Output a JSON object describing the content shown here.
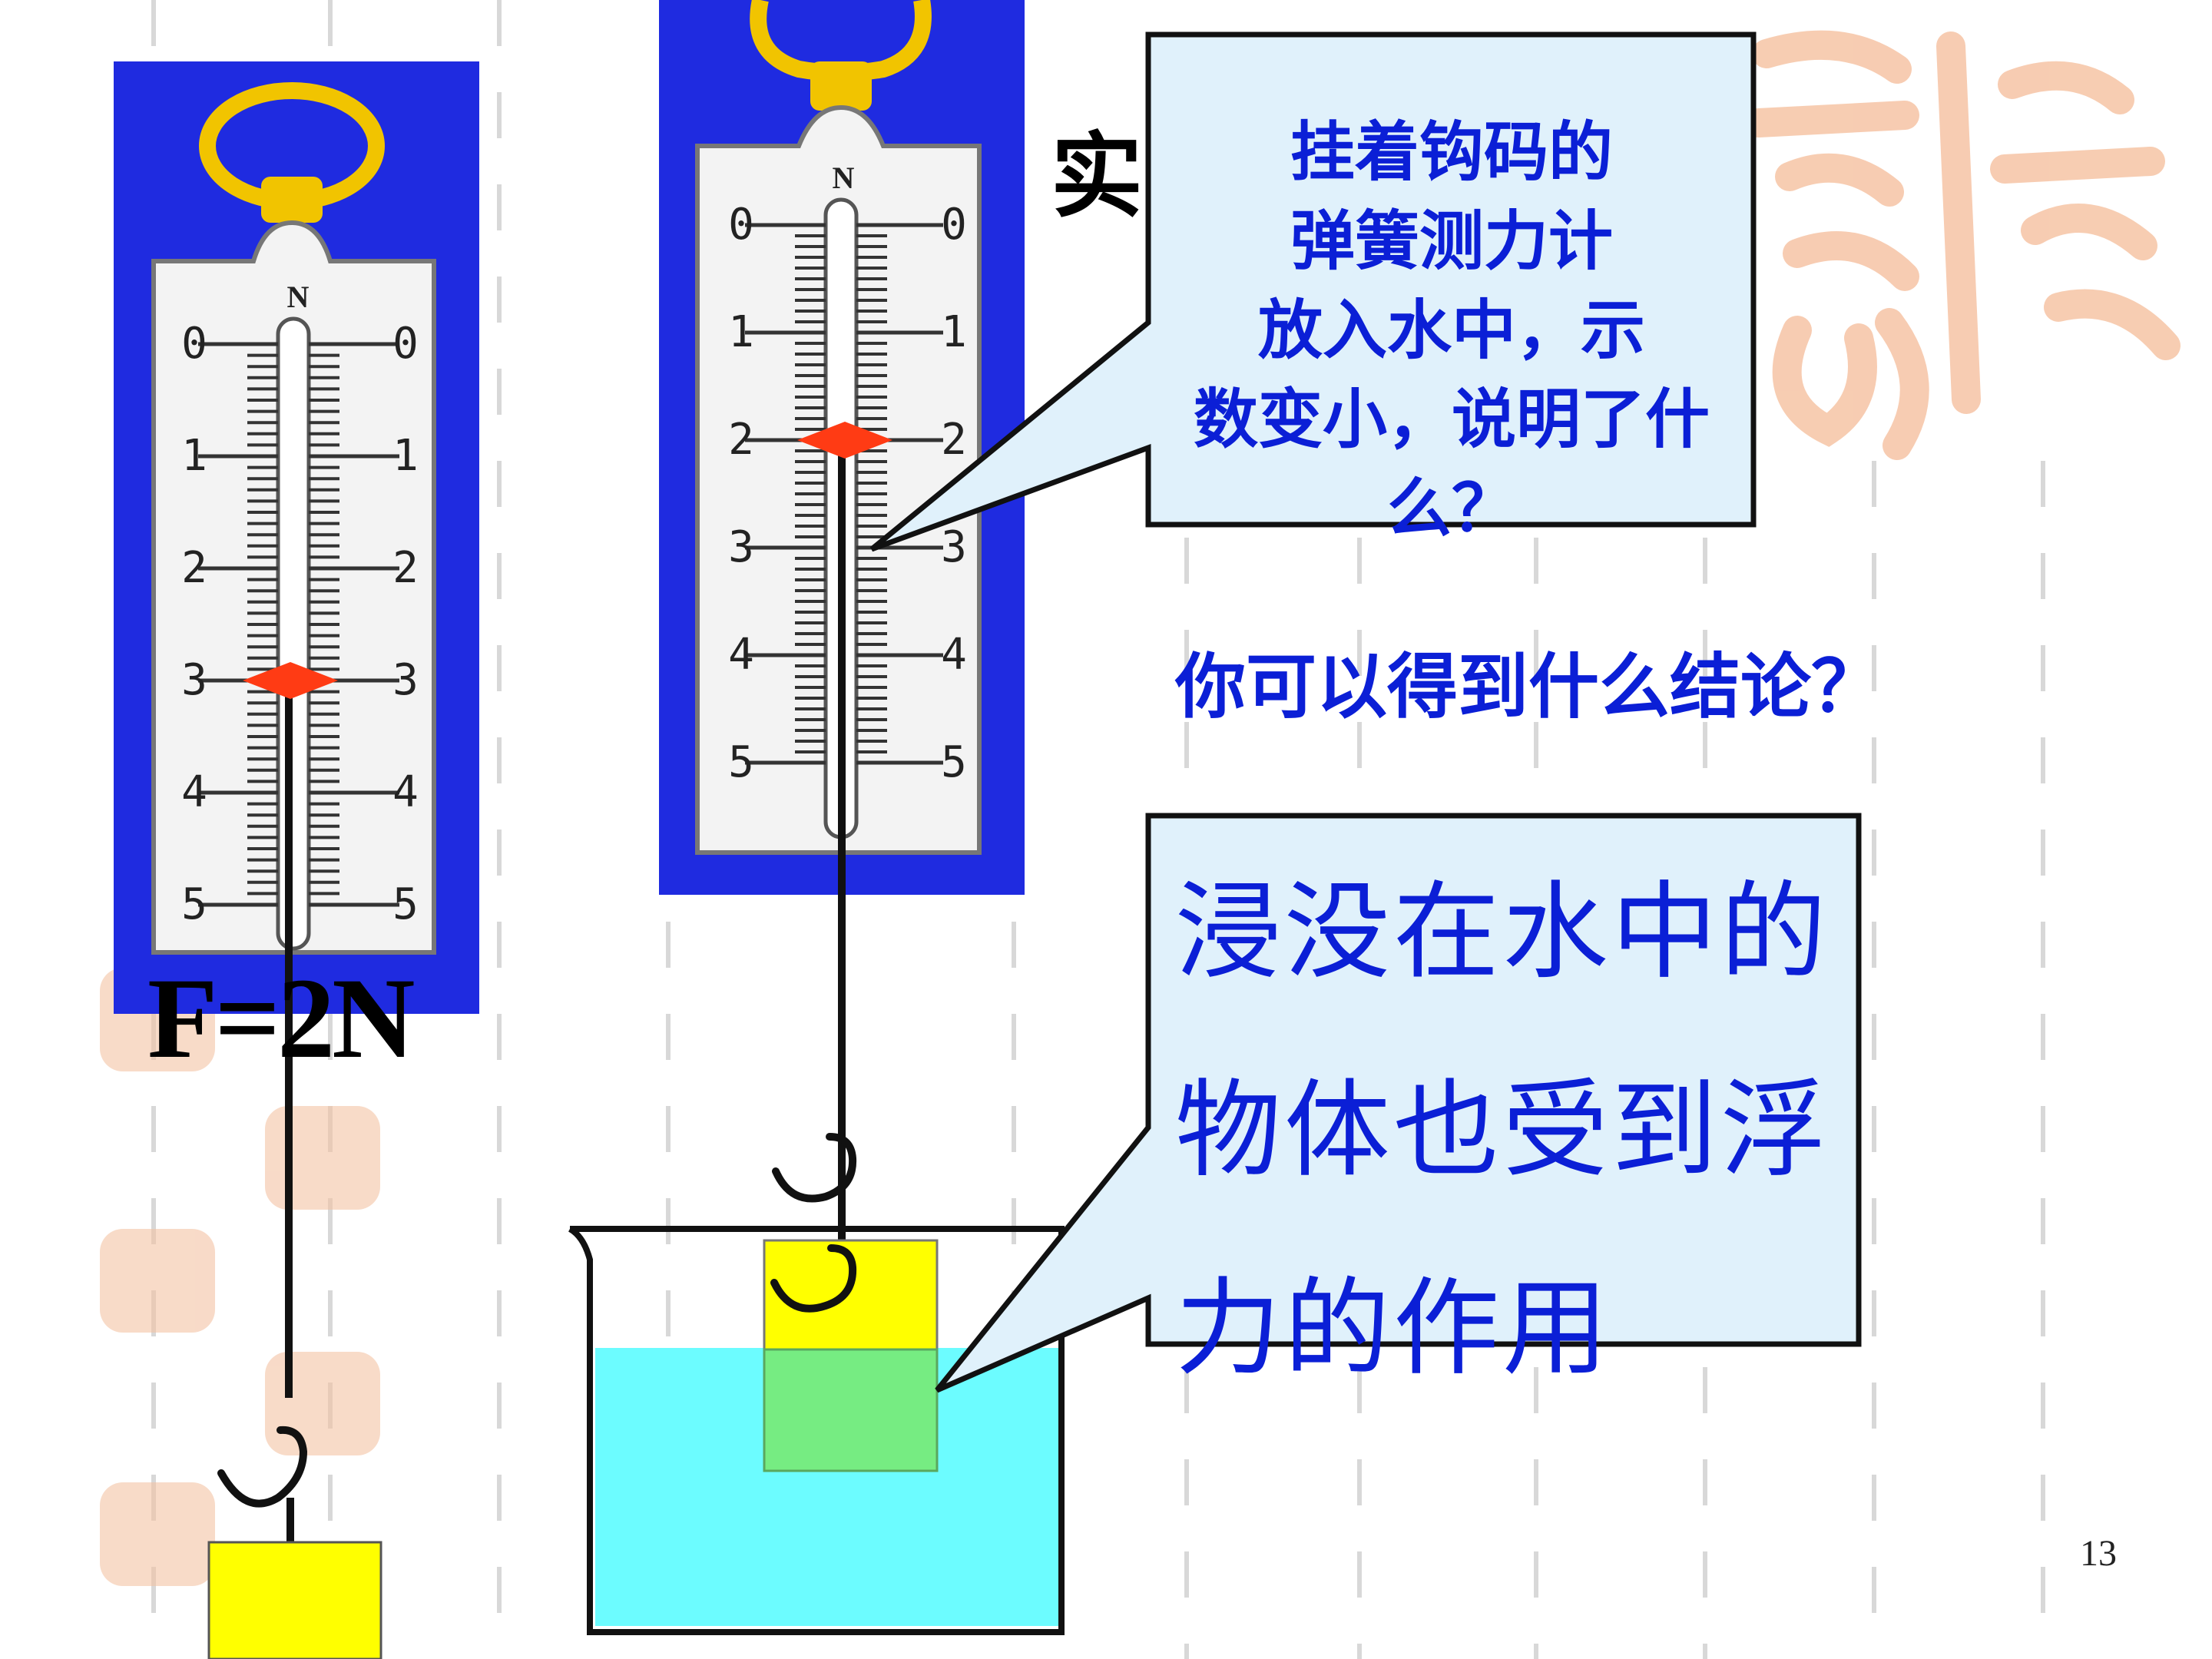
{
  "slide": {
    "page_number": "13",
    "partial_title": "实",
    "force_label": "F=2N",
    "callout_question": "挂着钩码的弹簧测力计放入水中，示数变小，说明了什么？",
    "question": "你可以得到什么结论？",
    "answer": "浸没在水中的物体也受到浮力的作用"
  },
  "spring_scales": [
    {
      "name": "scale-in-air",
      "unit": "N",
      "tick_labels": [
        "0",
        "1",
        "2",
        "3",
        "4",
        "5"
      ],
      "reading": 3
    },
    {
      "name": "scale-in-water",
      "unit": "N",
      "tick_labels": [
        "0",
        "1",
        "2",
        "3",
        "4",
        "5"
      ],
      "reading": 2
    }
  ],
  "colors": {
    "scale_background": "#1f2be0",
    "ring": "#f1c400",
    "pointer": "#ff3b14",
    "weight_block": "#ffff00",
    "submerged_block": "#76ec82",
    "water": "#6cfcff",
    "callout_fill": "#e0f1fb",
    "text_blue": "#0b1fd6",
    "watermark": "#f6c4a5"
  }
}
